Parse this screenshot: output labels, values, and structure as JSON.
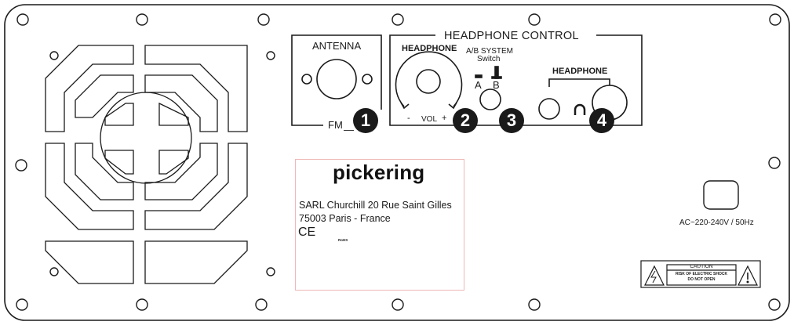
{
  "panel": {
    "antenna_label": "ANTENNA",
    "fm_label": "FM",
    "headphone_control_title": "HEADPHONE CONTROL",
    "headphone_knob_label": "HEADPHONE",
    "vol_label": "VOL",
    "vol_minus": "-",
    "vol_plus": "+",
    "ab_system_label": "A/B SYSTEM",
    "switch_label": "Switch",
    "switch_a": "A",
    "switch_b": "B",
    "headphone_jack_label": "HEADPHONE",
    "power_rating": "AC~220-240V / 50Hz"
  },
  "callouts": [
    "1",
    "2",
    "3",
    "4"
  ],
  "label_sticker": {
    "brand": "pickering",
    "line1": "SARL Churchill 20 Rue Saint Gilles",
    "line2": "75003 Paris - France",
    "ce_mark": "CE",
    "rohs": "RoHS"
  },
  "caution_sticker": {
    "title": "CAUTION",
    "line1": "RISK OF ELECTRIC SHOCK",
    "line2": "DO NOT OPEN"
  },
  "icons": [
    "screw-icon",
    "fan-grille-icon",
    "headphone-icon",
    "lightning-warning-icon",
    "exclamation-warning-icon",
    "weee-bin-icon",
    "rohs-check-icon",
    "double-insulation-icon",
    "indoor-use-icon"
  ],
  "colors": {
    "line": "#1a1a1a",
    "sticker_border": "#f0b8b8",
    "background": "#ffffff"
  }
}
